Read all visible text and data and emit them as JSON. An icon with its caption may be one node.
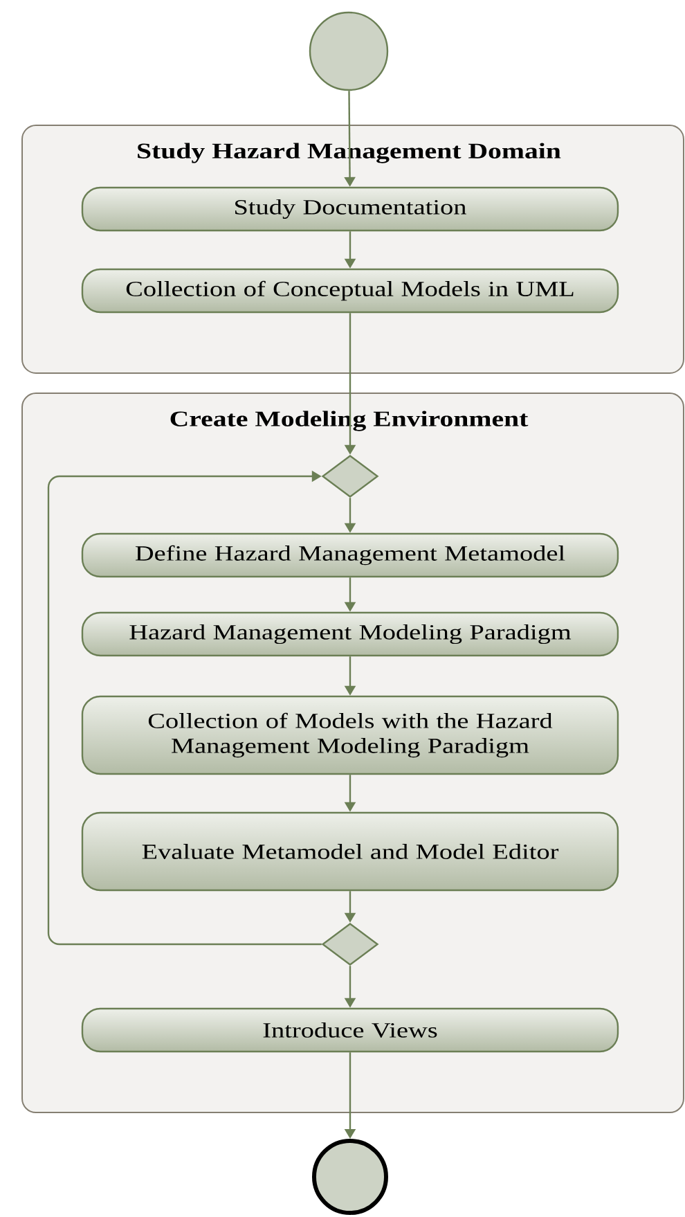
{
  "diagram": {
    "nodes": [
      {
        "text": [],
        "shape": "circle"
      },
      {
        "text": [
          "Study Hazard Management Domain"
        ]
      },
      {
        "text": [
          "Study Documentation"
        ],
        "in": 1
      },
      {
        "text": [
          "Collection of Conceptual Models in UML"
        ],
        "in": 1
      },
      {
        "text": [
          "Create Modeling Environment"
        ]
      },
      {
        "text": [],
        "shape": "diamond",
        "in": 4
      },
      {
        "text": [
          "Define Hazard Management Metamodel"
        ],
        "in": 4
      },
      {
        "text": [
          "Hazard Management Modeling Paradigm"
        ],
        "in": 4
      },
      {
        "text": [
          "Collection of Models with the Hazard Management Modeling Paradigm"
        ],
        "in": 4
      },
      {
        "text": [
          "Evaluate Metamodel and Model Editor"
        ],
        "in": 4
      },
      {
        "text": [],
        "shape": "diamond",
        "in": 4
      },
      {
        "text": [
          "Introduce Views"
        ],
        "in": 4
      },
      {
        "text": [],
        "shape": "circle"
      }
    ],
    "edges": [
      {
        "from": 0,
        "to": 2,
        "arrow": "to"
      },
      {
        "from": 2,
        "to": 3,
        "arrow": "to"
      },
      {
        "from": 3,
        "to": 5,
        "arrow": "to"
      },
      {
        "from": 5,
        "to": 6,
        "arrow": "to"
      },
      {
        "from": 6,
        "to": 7,
        "arrow": "to"
      },
      {
        "from": 7,
        "to": 8,
        "arrow": "to"
      },
      {
        "from": 8,
        "to": 9,
        "arrow": "to"
      },
      {
        "from": 9,
        "to": 10,
        "arrow": "to"
      },
      {
        "from": 10,
        "to": 5,
        "arrow": "to"
      },
      {
        "from": 10,
        "to": 11,
        "arrow": "to"
      },
      {
        "from": 11,
        "to": 12,
        "arrow": "to"
      }
    ]
  }
}
